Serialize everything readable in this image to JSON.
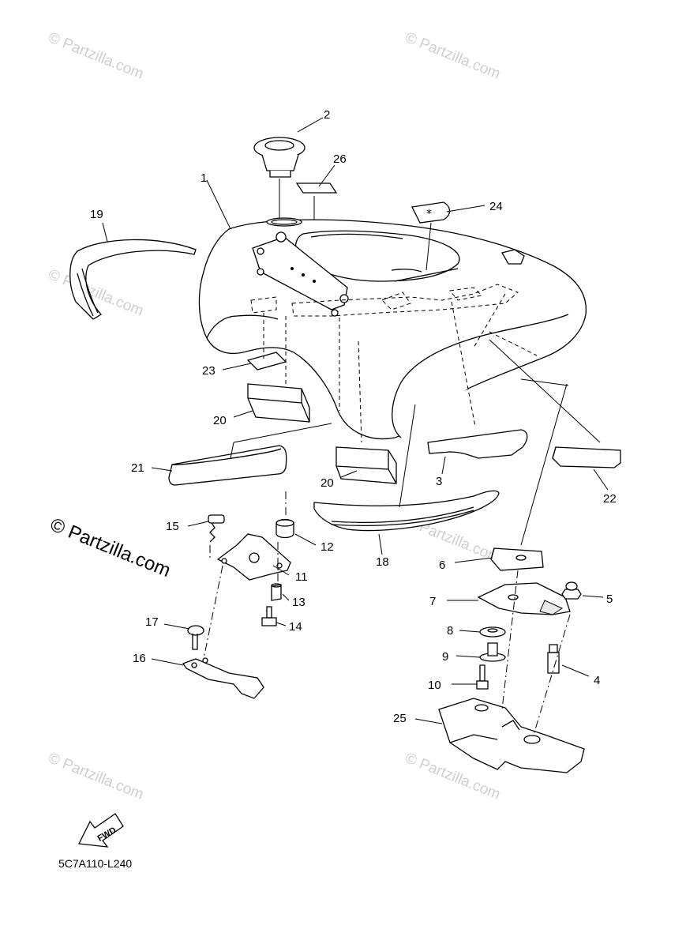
{
  "watermarks": {
    "small": "© Partzilla.com",
    "large": "© Partzilla.com"
  },
  "diagram_code": "5C7A110-L240",
  "fwd_label": "FWD",
  "callouts": {
    "c1": "1",
    "c2": "2",
    "c3": "3",
    "c4": "4",
    "c5": "5",
    "c6": "6",
    "c7": "7",
    "c8": "8",
    "c9": "9",
    "c10": "10",
    "c11": "11",
    "c12": "12",
    "c13": "13",
    "c14": "14",
    "c15": "15",
    "c16": "16",
    "c17": "17",
    "c18": "18",
    "c19": "19",
    "c20a": "20",
    "c20b": "20",
    "c21": "21",
    "c22": "22",
    "c23": "23",
    "c24": "24",
    "c25": "25",
    "c26": "26"
  }
}
